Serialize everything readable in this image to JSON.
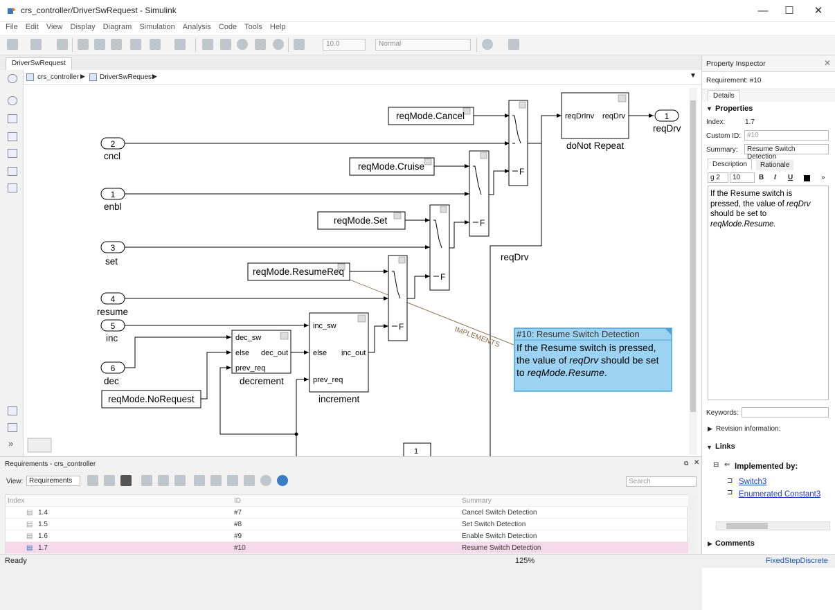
{
  "window": {
    "title": "crs_controller/DriverSwRequest - Simulink",
    "minimize": "—",
    "maximize": "☐",
    "close": "✕"
  },
  "menu": [
    "File",
    "Edit",
    "View",
    "Display",
    "Diagram",
    "Simulation",
    "Analysis",
    "Code",
    "Tools",
    "Help"
  ],
  "toolbar": {
    "stop_time": "10.0",
    "sim_mode": "Normal"
  },
  "tab": {
    "label": "DriverSwRequest"
  },
  "breadcrumb": {
    "root": "crs_controller",
    "child": "DriverSwRequest"
  },
  "diagram": {
    "constants": {
      "cancel": "reqMode.Cancel",
      "cruise": "reqMode.Cruise",
      "set": "reqMode.Set",
      "resume": "reqMode.ResumeReq",
      "norequest": "reqMode.NoRequest"
    },
    "inports": [
      {
        "num": "2",
        "name": "cncl"
      },
      {
        "num": "1",
        "name": "enbl"
      },
      {
        "num": "3",
        "name": "set"
      },
      {
        "num": "4",
        "name": "resume"
      },
      {
        "num": "5",
        "name": "inc"
      },
      {
        "num": "6",
        "name": "dec"
      }
    ],
    "outport": {
      "num": "1",
      "name": "reqDrv"
    },
    "signal_label": "reqDrv",
    "switch_false": "F",
    "donotrepeat": {
      "name": "doNot Repeat",
      "in": "reqDrInv",
      "out": "reqDrv"
    },
    "decrement": {
      "name": "decrement",
      "in1": "dec_sw",
      "in2": "else",
      "in3": "prev_req",
      "out": "dec_out"
    },
    "increment": {
      "name": "increment",
      "in1": "inc_sw",
      "in2": "else",
      "in3": "prev_req",
      "out": "inc_out"
    },
    "implements_label": "IMPLEMENTS",
    "callout": {
      "title": "#10: Resume Switch Detection",
      "line1": "If the Resume switch is pressed,",
      "line2a": "the value of ",
      "line2b": "reqDrv",
      "line2c": " should be set",
      "line3a": "to ",
      "line3b": "reqMode.Resume",
      "line3c": "."
    },
    "partial_block": "1"
  },
  "inspector": {
    "title": "Property Inspector",
    "requirement": "Requirement: #10",
    "tab_details": "Details",
    "properties_header": "Properties",
    "index_label": "Index:",
    "index_value": "1.7",
    "customid_label": "Custom ID:",
    "customid_value": "#10",
    "summary_label": "Summary:",
    "summary_value": "Resume Switch Detection",
    "tab_description": "Description",
    "tab_rationale": "Rationale",
    "font_size": "10",
    "font_face": "g 2",
    "description_1": "If the Resume switch is",
    "description_2a": "pressed, the value of ",
    "description_2b": "reqDrv",
    "description_3": "should be set to",
    "description_4": "reqMode.Resume.",
    "keywords_label": "Keywords:",
    "revision_label": "Revision information:",
    "links_header": "Links",
    "implemented_by": "Implemented by:",
    "link1": "Switch3",
    "link2": "Enumerated Constant3",
    "comments_header": "Comments"
  },
  "requirements": {
    "title": "Requirements - crs_controller",
    "view_label": "View:",
    "view_value": "Requirements",
    "search_placeholder": "Search",
    "columns": {
      "index": "Index",
      "id": "ID",
      "summary": "Summary"
    },
    "rows": [
      {
        "index": "1.4",
        "id": "#7",
        "summary": "Cancel Switch Detection"
      },
      {
        "index": "1.5",
        "id": "#8",
        "summary": "Set Switch Detection"
      },
      {
        "index": "1.6",
        "id": "#9",
        "summary": "Enable Switch Detection"
      },
      {
        "index": "1.7",
        "id": "#10",
        "summary": "Resume Switch Detection"
      }
    ],
    "selected_row": 3
  },
  "status": {
    "left": "Ready",
    "zoom": "125%",
    "solver": "FixedStepDiscrete"
  },
  "colors": {
    "callout_fill": "#9dd3f2",
    "callout_border": "#4aa5d8",
    "implements": "#8b6b4a",
    "selected_row": "#f6d9ea",
    "link": "#1a3ecc"
  }
}
